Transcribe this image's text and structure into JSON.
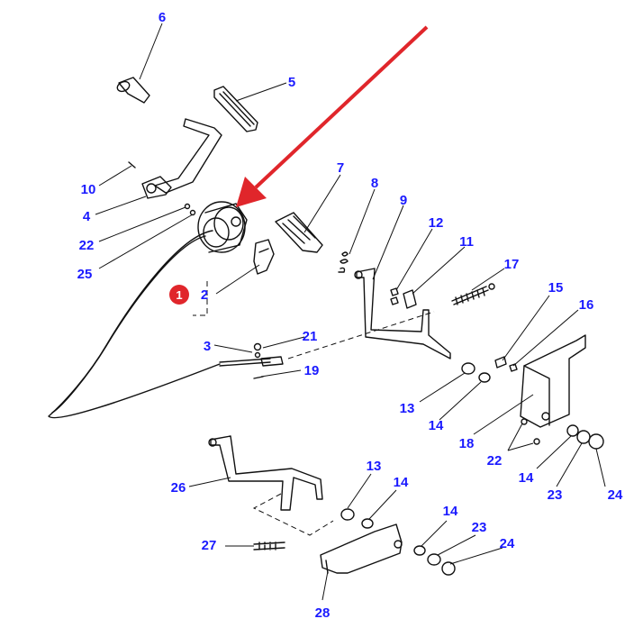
{
  "diagram": {
    "callout_color": "#1a1aff",
    "highlight_color": "#e0262b",
    "arrow_color": "#e0262b",
    "highlight_badge": "1",
    "callouts": [
      "6",
      "5",
      "10",
      "4",
      "22",
      "25",
      "7",
      "8",
      "9",
      "12",
      "11",
      "17",
      "2",
      "3",
      "21",
      "19",
      "15",
      "16",
      "13",
      "14",
      "18",
      "22",
      "14",
      "23",
      "24",
      "26",
      "13",
      "14",
      "27",
      "14",
      "23",
      "24",
      "28"
    ]
  }
}
